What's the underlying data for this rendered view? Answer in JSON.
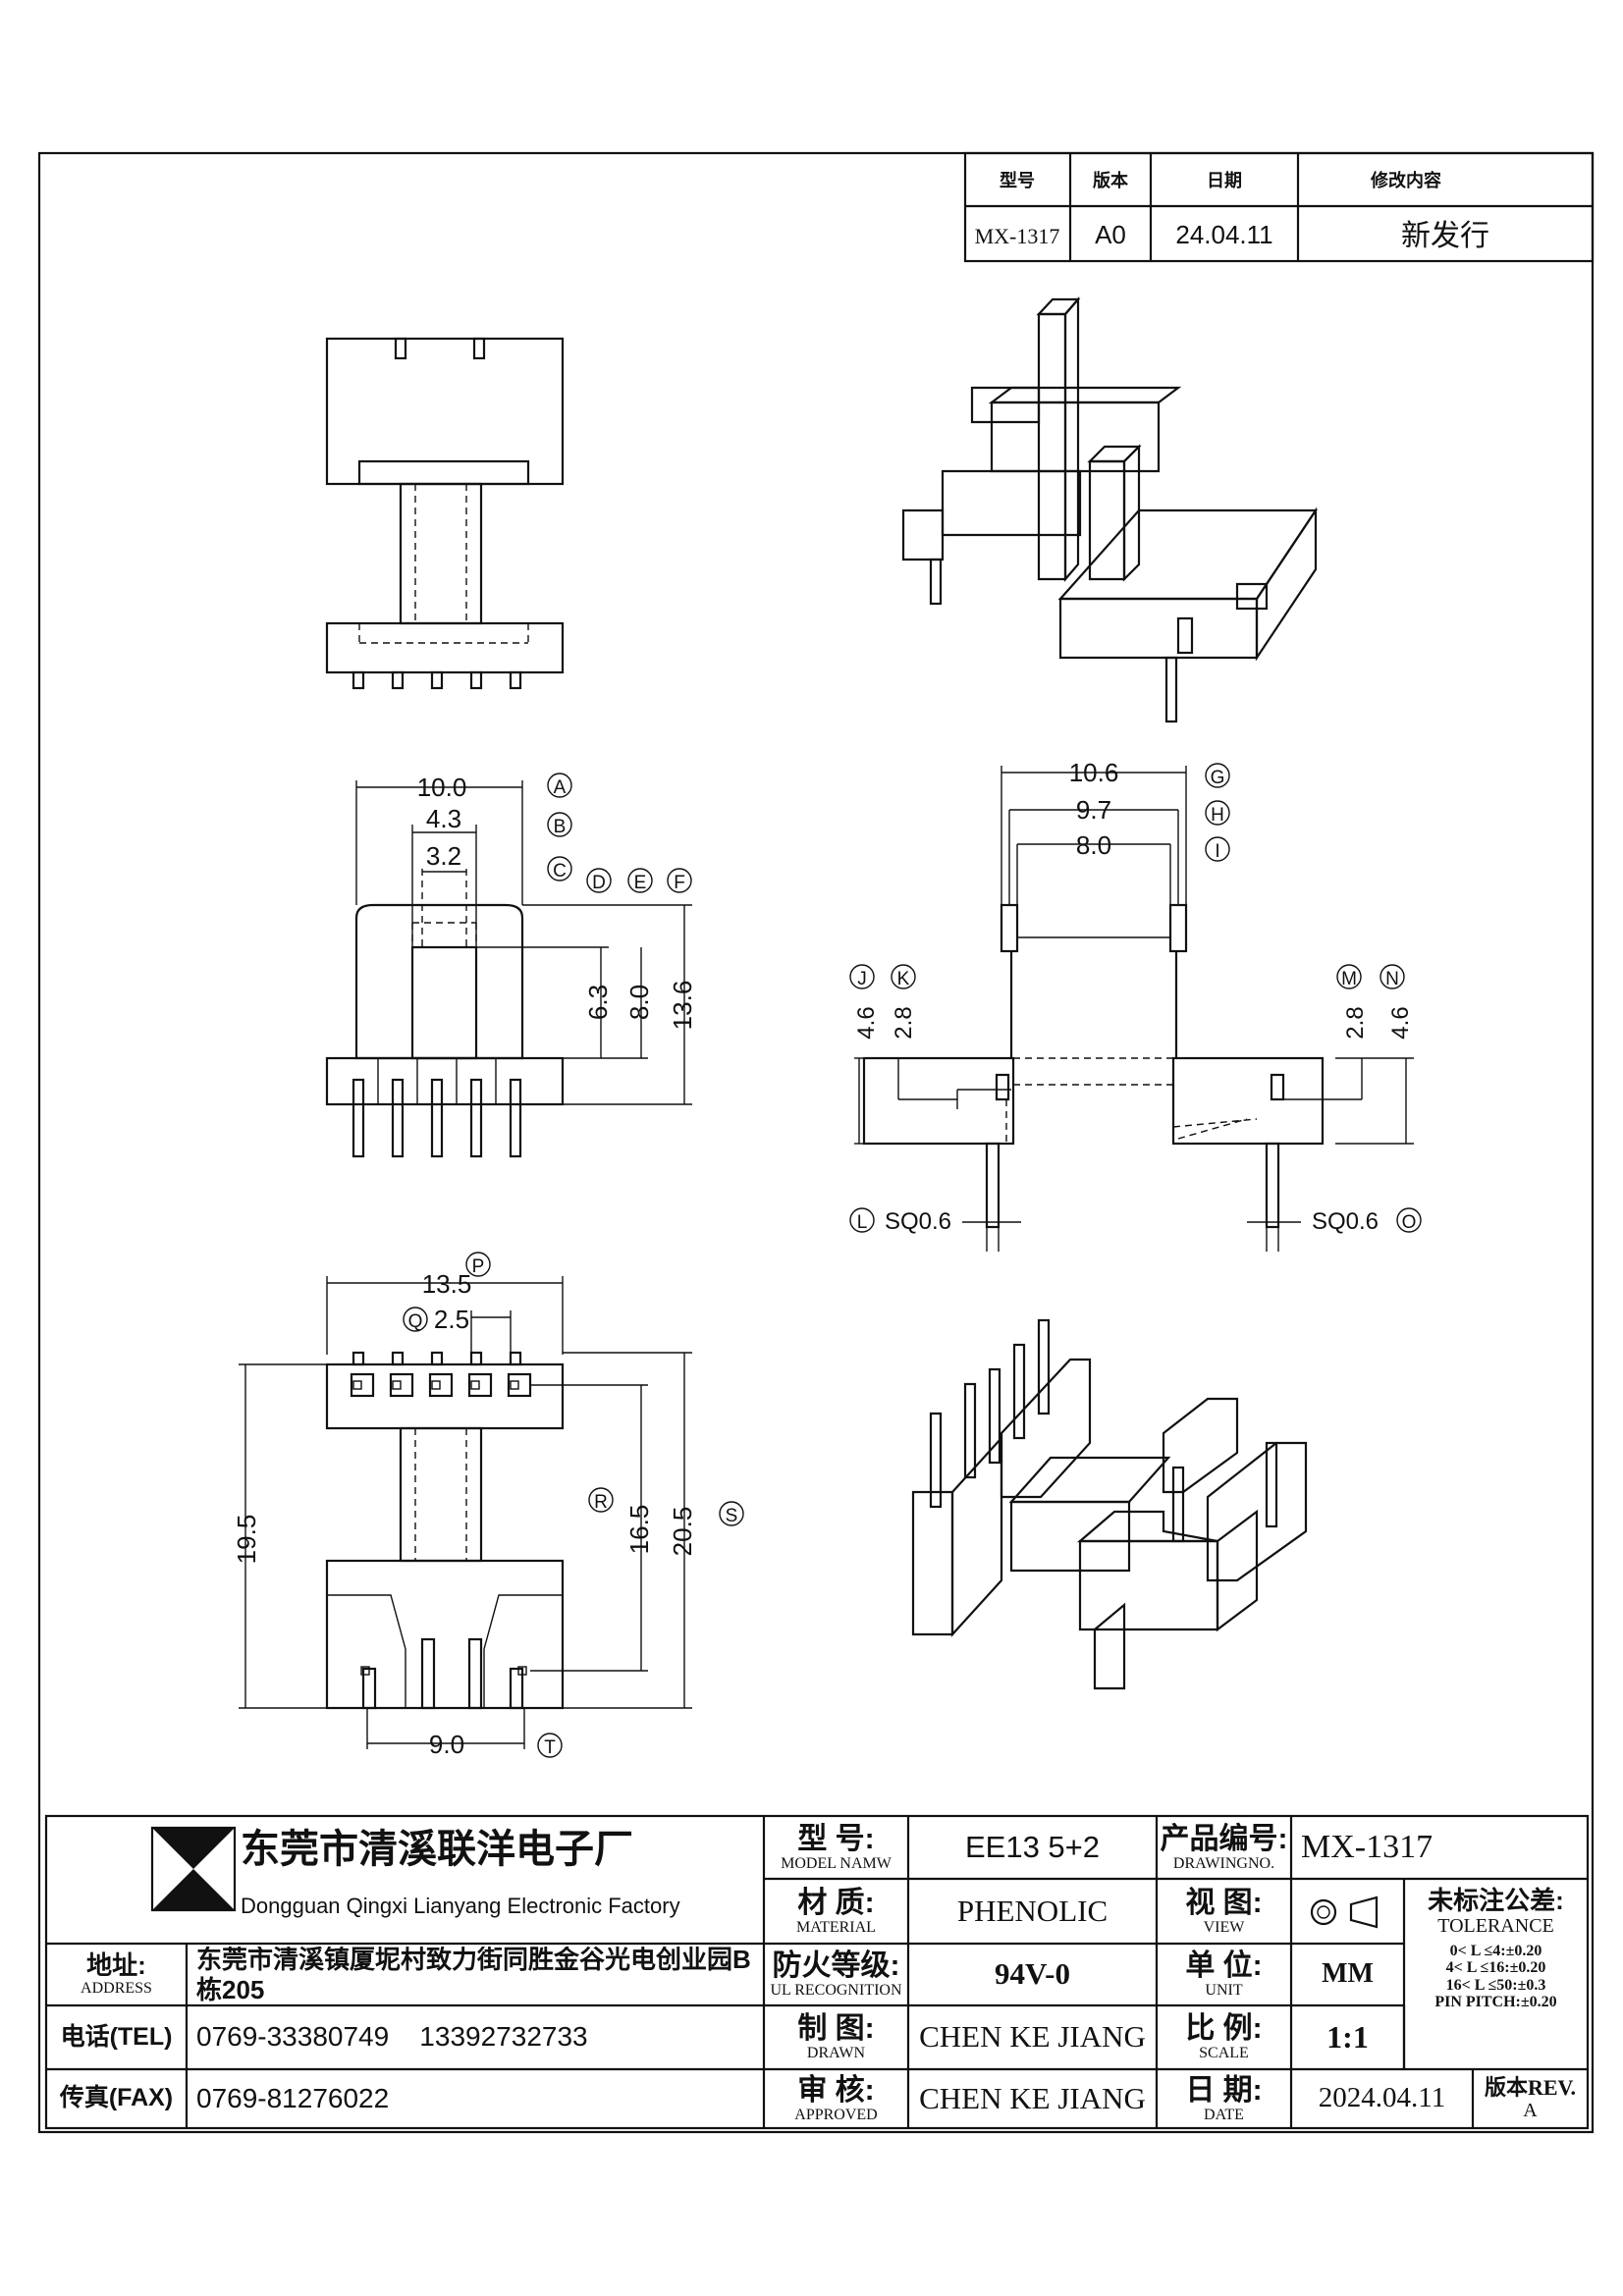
{
  "revision_table": {
    "headers": {
      "model": "型号",
      "version": "版本",
      "date": "日期",
      "content": "修改内容"
    },
    "row": {
      "model": "MX-1317",
      "version": "A0",
      "date": "24.04.11",
      "content": "新发行"
    }
  },
  "dimensions": {
    "A": {
      "value": "10.0",
      "mark": "A"
    },
    "B": {
      "value": "4.3",
      "mark": "B"
    },
    "C": {
      "value": "3.2",
      "mark": "C"
    },
    "D": {
      "value": "6.3",
      "mark": "D"
    },
    "E": {
      "value": "8.0",
      "mark": "E"
    },
    "F": {
      "value": "13.6",
      "mark": "F"
    },
    "G": {
      "value": "10.6",
      "mark": "G"
    },
    "H": {
      "value": "9.7",
      "mark": "H"
    },
    "I": {
      "value": "8.0",
      "mark": "I"
    },
    "J": {
      "value": "4.6",
      "mark": "J"
    },
    "K": {
      "value": "2.8",
      "mark": "K"
    },
    "L": {
      "value": "SQ0.6",
      "mark": "L"
    },
    "M": {
      "value": "2.8",
      "mark": "M"
    },
    "N": {
      "value": "4.6",
      "mark": "N"
    },
    "O": {
      "value": "SQ0.6",
      "mark": "O"
    },
    "P": {
      "value": "13.5",
      "mark": "P"
    },
    "Q": {
      "value": "2.5",
      "mark": "Q"
    },
    "R": {
      "value": "16.5",
      "mark": "R"
    },
    "S": {
      "value": "20.5",
      "mark": "S"
    },
    "T": {
      "value": "9.0",
      "mark": "T"
    },
    "height_19_5": {
      "value": "19.5"
    }
  },
  "title_block": {
    "company_cn": "东莞市清溪联洋电子厂",
    "company_en": "Dongguan Qingxi Lianyang Electronic Factory",
    "address": {
      "label_cn": "地址:",
      "label_en": "ADDRESS",
      "value": "东莞市清溪镇厦坭村致力街同胜金谷光电创业园B栋205"
    },
    "tel": {
      "label": "电话(TEL)",
      "value": "0769-33380749    13392732733"
    },
    "fax": {
      "label": "传真(FAX)",
      "value": "0769-81276022"
    },
    "model": {
      "label_cn": "型 号:",
      "label_en": "MODEL NAMW",
      "value": "EE13 5+2"
    },
    "material": {
      "label_cn": "材 质:",
      "label_en": "MATERIAL",
      "value": "PHENOLIC"
    },
    "fire": {
      "label_cn": "防火等级:",
      "label_en": "UL RECOGNITION",
      "value": "94V-0"
    },
    "drawn": {
      "label_cn": "制 图:",
      "label_en": "DRAWN",
      "value": "CHEN KE JIANG"
    },
    "approved": {
      "label_cn": "审 核:",
      "label_en": "APPROVED",
      "value": "CHEN KE JIANG"
    },
    "drawing_no": {
      "label_cn": "产品编号:",
      "label_en": "DRAWINGNO.",
      "value": "MX-1317"
    },
    "view": {
      "label_cn": "视 图:",
      "label_en": "VIEW"
    },
    "unit": {
      "label_cn": "单 位:",
      "label_en": "UNIT",
      "value": "MM"
    },
    "scale": {
      "label_cn": "比 例:",
      "label_en": "SCALE",
      "value": "1:1"
    },
    "date": {
      "label_cn": "日 期:",
      "label_en": "DATE",
      "value": "2024.04.11"
    },
    "revision": {
      "label": "版本REV.",
      "value": "A"
    },
    "tolerance": {
      "label_cn": "未标注公差:",
      "label_en": "TOLERANCE",
      "lines": [
        "0< L ≤4:±0.20",
        "4< L ≤16:±0.20",
        "16< L ≤50:±0.3",
        "PIN PITCH:±0.20"
      ]
    }
  }
}
